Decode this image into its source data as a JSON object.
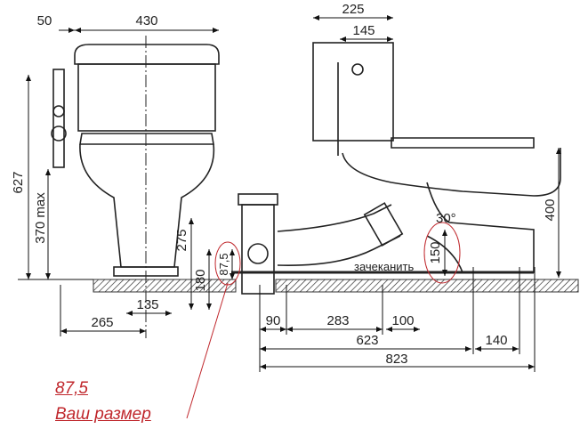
{
  "dimensions": {
    "d50": "50",
    "d430": "430",
    "d225": "225",
    "d145": "145",
    "d627": "627",
    "d370max": "370 max",
    "d275": "275",
    "d180": "180",
    "d875": "87,5",
    "d135": "135",
    "d265": "265",
    "d90": "90",
    "d283": "283",
    "d100": "100",
    "d623": "623",
    "d823": "823",
    "d140": "140",
    "d400": "400",
    "d150": "150",
    "angle": "30°"
  },
  "labels": {
    "caulk": "зачеканить"
  },
  "annotation": {
    "value": "87,5",
    "caption": "Ваш размер",
    "color": "#c0282d"
  }
}
